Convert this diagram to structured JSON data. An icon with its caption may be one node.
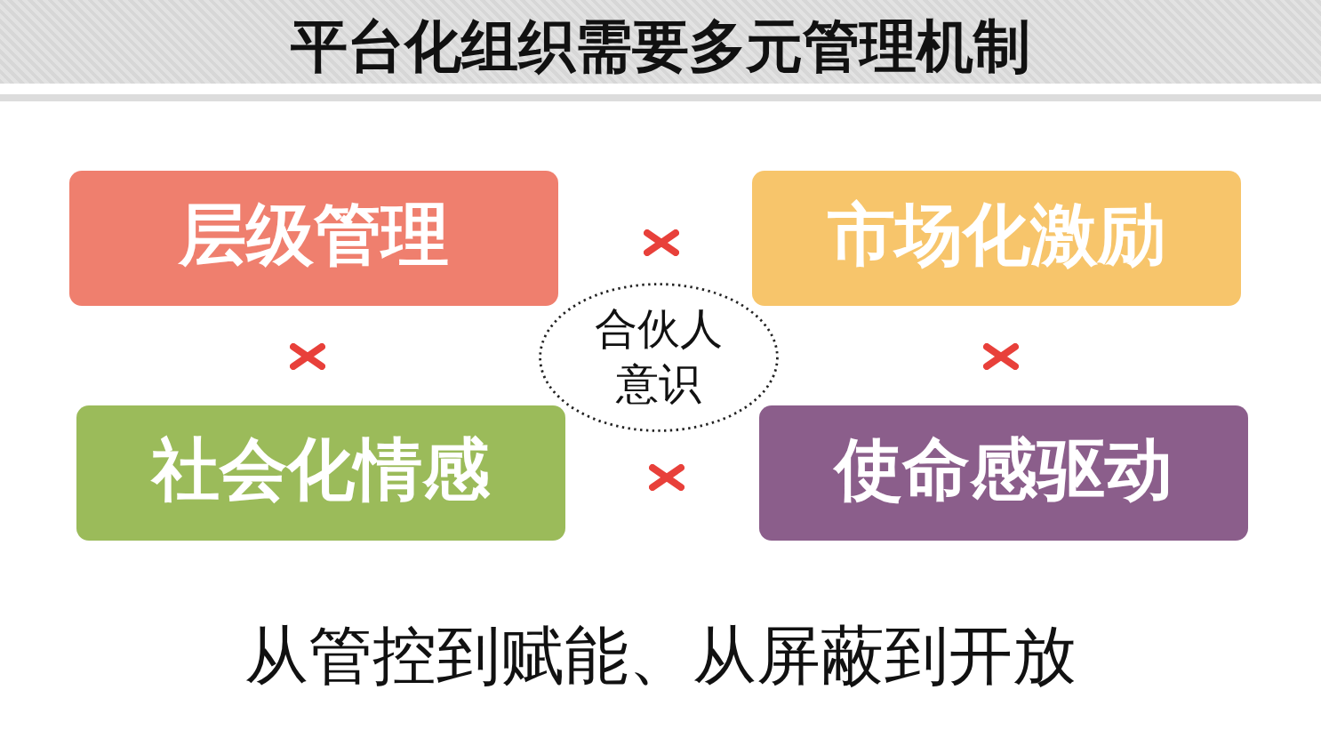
{
  "diagram": {
    "title": "平台化组织需要多元管理机制",
    "nodes": [
      {
        "text": [
          "层级管理"
        ]
      },
      {
        "text": [
          "市场化激励"
        ]
      },
      {
        "text": [
          "合伙人意识"
        ]
      },
      {
        "text": [
          "社会化情感"
        ]
      },
      {
        "text": [
          "使命感驱动"
        ]
      }
    ],
    "caption": "从管控到赋能、从屏蔽到开放"
  }
}
